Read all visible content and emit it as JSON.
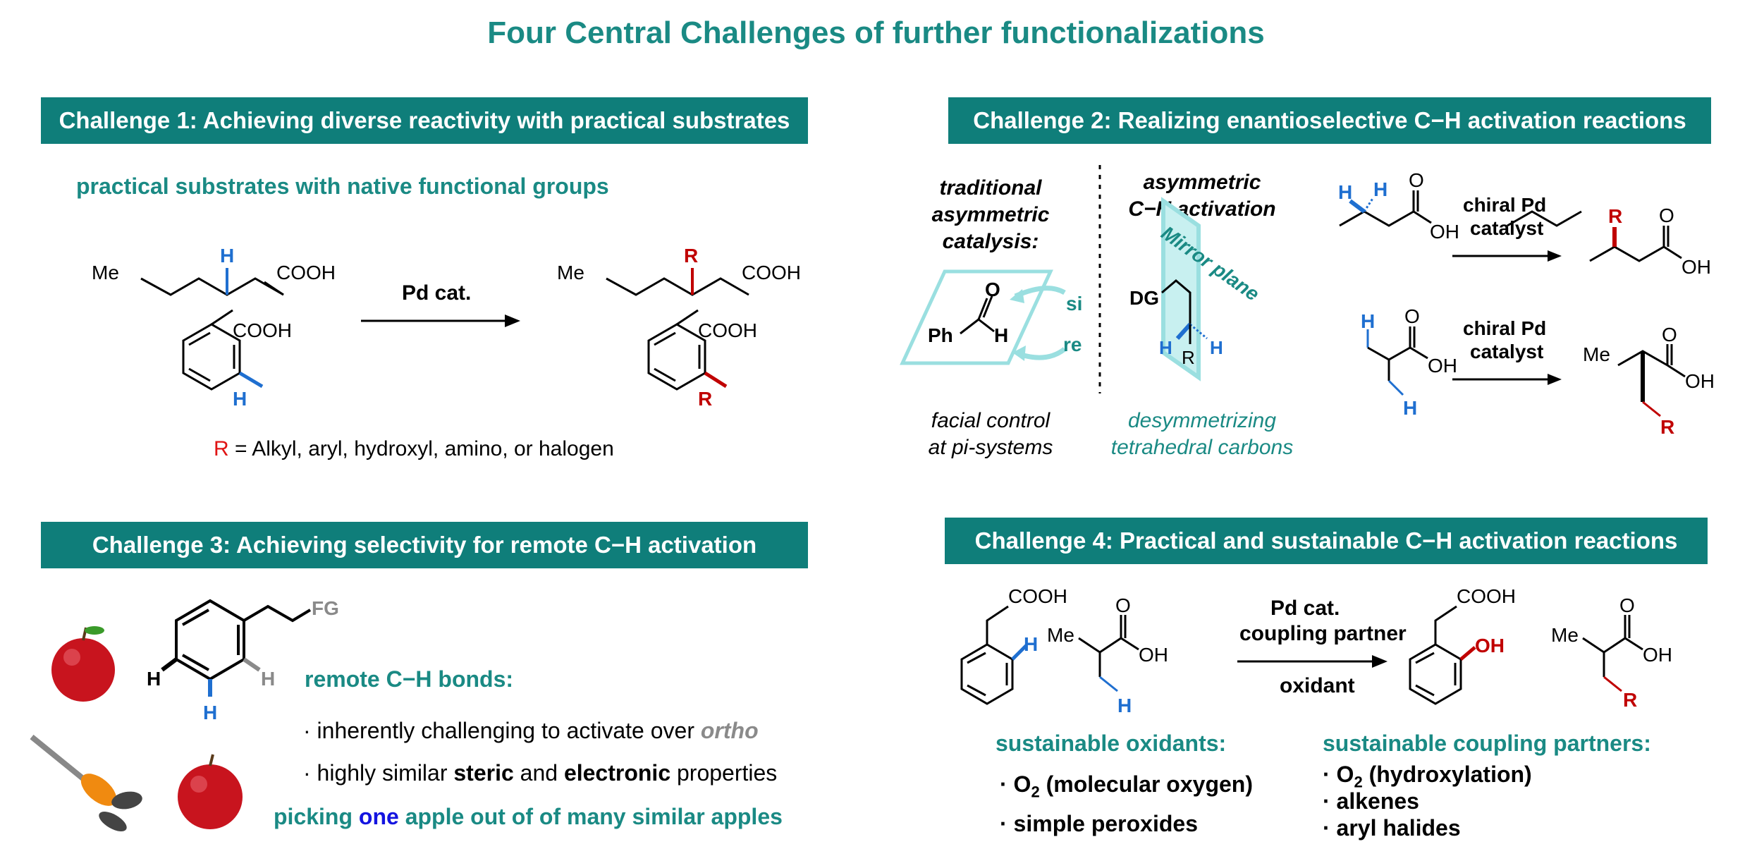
{
  "title": "Four Central Challenges of further functionalizations",
  "c1": {
    "banner": "Challenge 1: Achieving diverse reactivity with practical substrates",
    "subtitle": "practical substrates with native functional groups",
    "arrow_label": "Pd cat.",
    "r_def": "R",
    "r_def_rest": " = Alkyl, aryl, hydroxyl, amino, or halogen",
    "mol": {
      "me": "Me",
      "cooh": "COOH",
      "h": "H",
      "r": "R"
    }
  },
  "c2": {
    "banner": "Challenge 2: Realizing enantioselective C−H activation reactions",
    "trad": [
      "traditional",
      "asymmetric",
      "catalysis:"
    ],
    "asym": [
      "asymmetric",
      "C−H activation"
    ],
    "mirror": "Mirror plane",
    "facial": [
      "facial control",
      "at pi-systems"
    ],
    "desym": [
      "desymmetrizing",
      "tetrahedral carbons"
    ],
    "si": "si",
    "re": "re",
    "ph": "Ph",
    "o": "O",
    "h": "H",
    "dg": "DG",
    "r": "R",
    "chiral_label": [
      "chiral Pd",
      "catalyst"
    ],
    "oh": "OH",
    "me": "Me"
  },
  "c3": {
    "banner": "Challenge 3: Achieving selectivity for remote C−H activation",
    "fg": "FG",
    "h": "H",
    "remote": "remote C−H bonds:",
    "bullet1_pre": "· inherently challenging to activate over ",
    "bullet1_em": "ortho",
    "bullet2_pre": "· highly similar ",
    "bullet2_b1": "steric",
    "bullet2_mid": " and ",
    "bullet2_b2": "electronic",
    "bullet2_post": " properties",
    "pick_pre": "picking ",
    "pick_one": "one",
    "pick_post": " apple out of of many similar apples",
    "colors": {
      "apple": "#c8141e",
      "leaf": "#3a9a2a",
      "grabber": "#f08a10"
    }
  },
  "c4": {
    "banner": "Challenge 4: Practical and sustainable C−H activation reactions",
    "arrow_top": [
      "Pd cat.",
      "coupling partner"
    ],
    "arrow_bottom": "oxidant",
    "cooh": "COOH",
    "h": "H",
    "me": "Me",
    "o": "O",
    "oh": "OH",
    "r": "R",
    "oxid_title": "sustainable oxidants:",
    "oxid_items": [
      {
        "pre": "· O",
        "sub": "2",
        "post": " (molecular oxygen)"
      },
      {
        "pre": "· simple peroxides",
        "sub": "",
        "post": ""
      }
    ],
    "partners_title": "sustainable coupling partners:",
    "partner_items": [
      {
        "pre": "· O",
        "sub": "2",
        "post": " (hydroxylation)"
      },
      {
        "pre": "· alkenes",
        "sub": "",
        "post": ""
      },
      {
        "pre": "· aryl halides",
        "sub": "",
        "post": ""
      }
    ]
  },
  "colors": {
    "teal": "#1a8a84",
    "banner": "#0f7e7a",
    "blue": "#1f6fd0",
    "red": "#c00000",
    "grey": "#8a8a8a",
    "plane": "#9adfe0"
  }
}
